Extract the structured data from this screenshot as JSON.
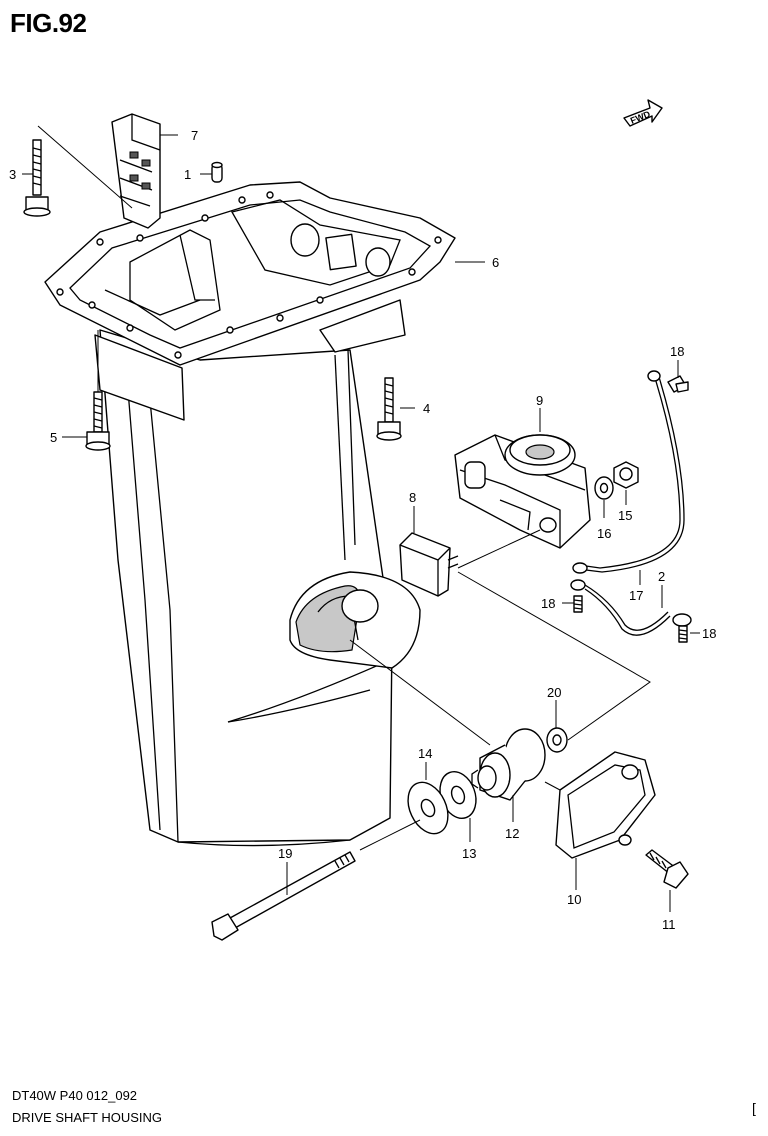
{
  "header": {
    "title": "FIG.92"
  },
  "footer": {
    "code": "DT40W P40 012_092",
    "name": "DRIVE SHAFT HOUSING",
    "corner": "["
  },
  "fwd_label": "FWD",
  "callouts": {
    "c1": "1",
    "c2": "2",
    "c3": "3",
    "c4": "4",
    "c5": "5",
    "c6": "6",
    "c7": "7",
    "c8": "8",
    "c9": "9",
    "c10": "10",
    "c11": "11",
    "c12": "12",
    "c13": "13",
    "c14": "14",
    "c15": "15",
    "c16": "16",
    "c17": "17",
    "c18a": "18",
    "c18b": "18",
    "c18c": "18",
    "c19": "19",
    "c20": "20"
  }
}
